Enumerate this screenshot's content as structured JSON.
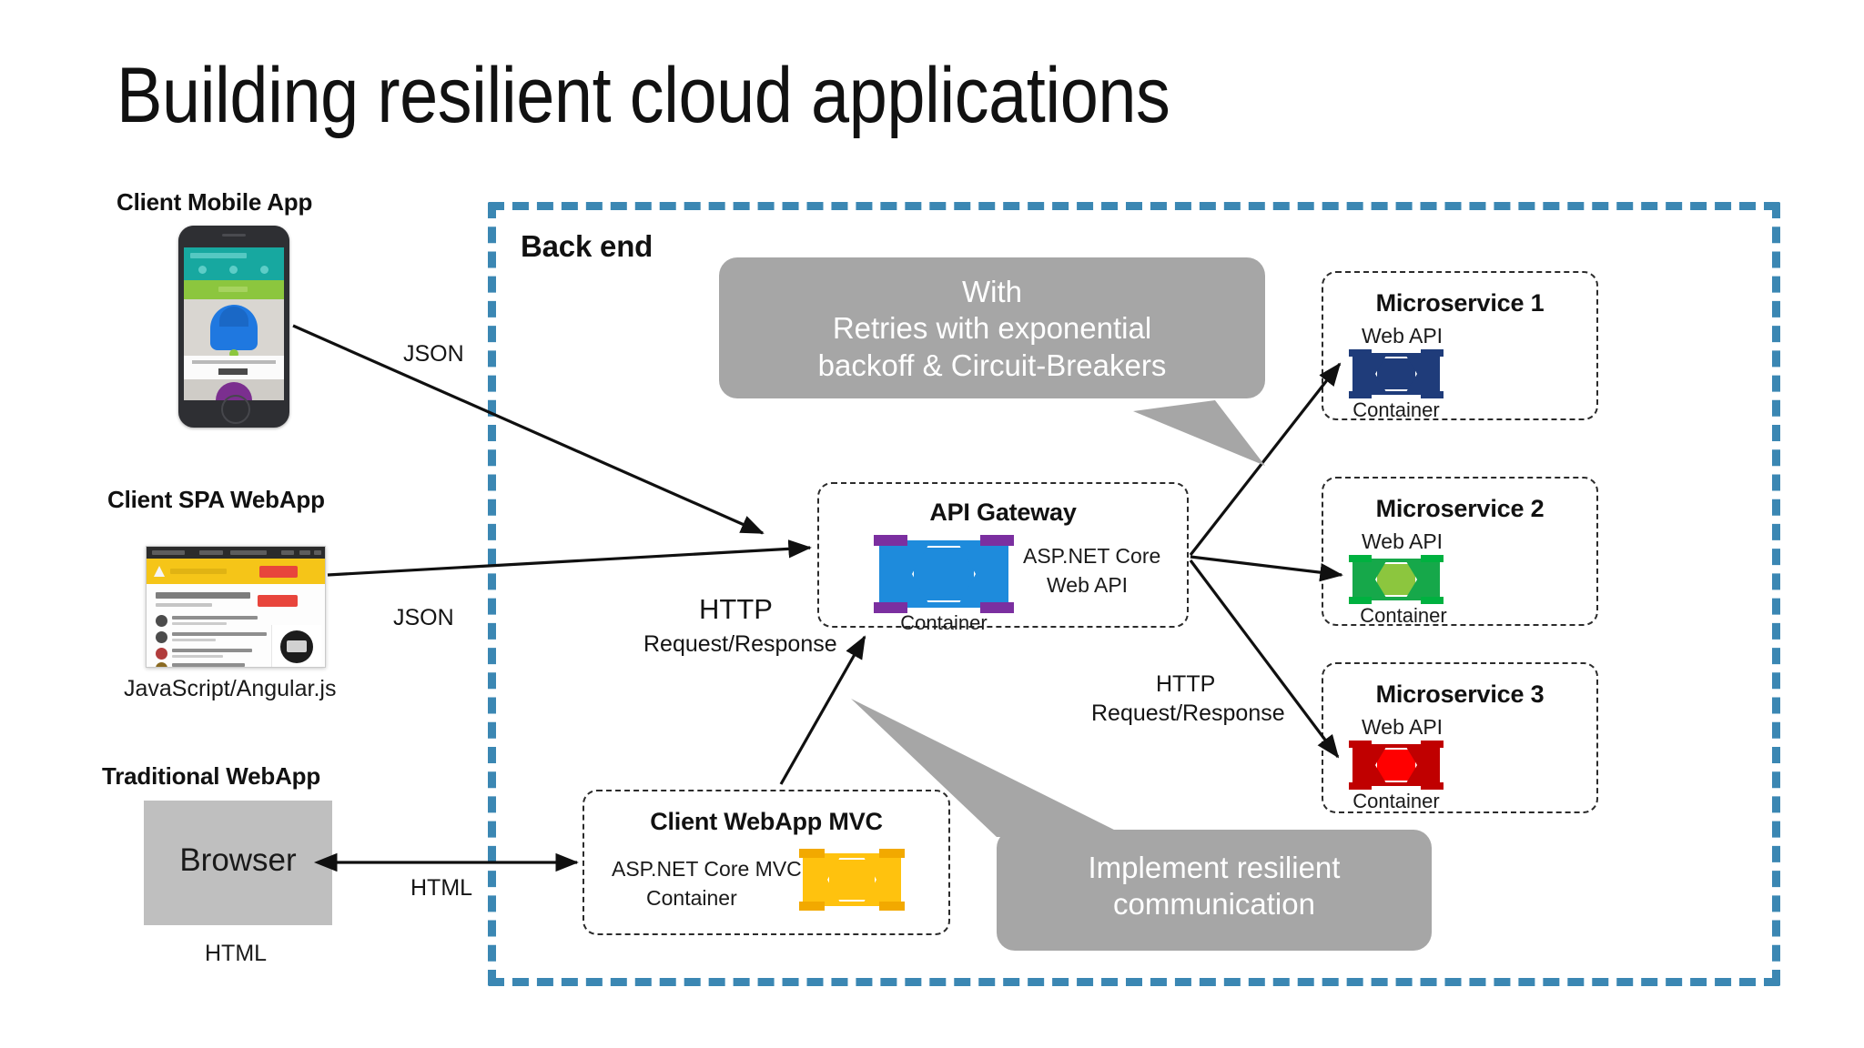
{
  "slide": {
    "title": "Building resilient cloud applications",
    "background": "#ffffff"
  },
  "backend": {
    "label": "Back end",
    "border_color": "#3b87b3"
  },
  "clients": {
    "mobile": {
      "caption": "Client Mobile App",
      "edge_label": "JSON"
    },
    "spa": {
      "caption": "Client SPA WebApp",
      "tech_caption": "JavaScript/Angular.js",
      "edge_label": "JSON"
    },
    "traditional": {
      "caption": "Traditional WebApp",
      "browser_label": "Browser",
      "tech_caption": "HTML",
      "edge_label": "HTML"
    }
  },
  "gateway": {
    "title": "API Gateway",
    "tech_line1": "ASP.NET Core",
    "tech_line2": "Web API",
    "container_label": "Container",
    "container_color": "#1e8bdc",
    "bracket_color": "#7b2fa0",
    "edge_label_line1": "HTTP",
    "edge_label_line2": "Request/Response"
  },
  "webapp_mvc": {
    "title": "Client WebApp MVC",
    "tech_line1": "ASP.NET Core MVC",
    "tech_line2": "Container",
    "container_color": "#ffc20e",
    "bracket_color": "#f2a900"
  },
  "microservices": [
    {
      "title": "Microservice 1",
      "api_label": "Web API",
      "container_label": "Container",
      "container_color": "#1f3c7a",
      "bracket_color": "#1f3c7a"
    },
    {
      "title": "Microservice 2",
      "api_label": "Web API",
      "container_label": "Container",
      "container_color": "#16a84a",
      "hex_fill": "#8cc63e",
      "bracket_color": "#00b140"
    },
    {
      "title": "Microservice 3",
      "api_label": "Web API",
      "container_label": "Container",
      "container_color": "#c00000",
      "hex_fill": "#ff0000",
      "bracket_color": "#c00000"
    }
  ],
  "backend_edge": {
    "line1": "HTTP",
    "line2": "Request/Response"
  },
  "callouts": {
    "top": {
      "line1": "With",
      "line2": "Retries with exponential",
      "line3": "backoff & Circuit-Breakers",
      "fill": "#a6a6a6"
    },
    "bottom": {
      "line1": "Implement resilient",
      "line2": "communication",
      "fill": "#a6a6a6"
    }
  }
}
